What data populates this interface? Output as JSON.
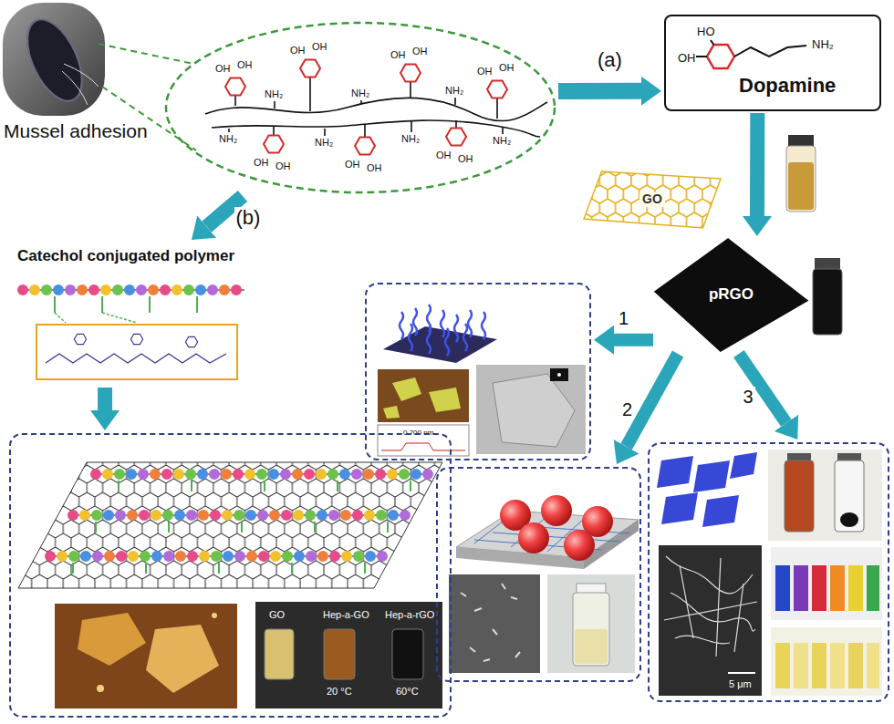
{
  "diagram": {
    "nodes": [
      {
        "text": [
          "OH",
          "OH",
          "OH",
          "OH",
          "OH",
          "OH",
          "OH",
          "OH",
          "OH",
          "OH",
          "OH",
          "OH",
          "OH",
          "OH",
          "NH₂",
          "NH₂",
          "NH₂",
          "NH₂",
          "NH₂",
          "NH₂",
          "NH₂"
        ]
      },
      {
        "text": [
          "HO",
          "OH",
          "NH₂",
          "Dopamine"
        ]
      },
      {
        "text": [
          "GO"
        ]
      },
      {
        "text": [
          "pRGO"
        ]
      },
      {
        "text": [
          "Catechol conjugated polymer"
        ]
      },
      {
        "text": [
          "0.700 nm"
        ]
      },
      {
        "text": []
      },
      {
        "text": [
          "5 μm"
        ]
      },
      {
        "text": [
          "GO",
          "Hep-a-GO",
          "Hep-a-rGO",
          "20 °C",
          "60°C"
        ]
      }
    ],
    "edges": [
      {
        "from": 0,
        "to": 1,
        "label": "(a)",
        "arrow": "to"
      },
      {
        "from": 0,
        "to": 4,
        "label": "(b)",
        "arrow": "to"
      },
      {
        "from": 1,
        "to": 3,
        "arrow": "to"
      },
      {
        "from": 3,
        "to": 5,
        "label": "1",
        "arrow": "to"
      },
      {
        "from": 3,
        "to": 6,
        "label": "2",
        "arrow": "to"
      },
      {
        "from": 3,
        "to": 7,
        "label": "3",
        "arrow": "to"
      },
      {
        "from": 4,
        "to": 8,
        "arrow": "to"
      }
    ],
    "labels": [
      "Mussel adhesion"
    ]
  }
}
